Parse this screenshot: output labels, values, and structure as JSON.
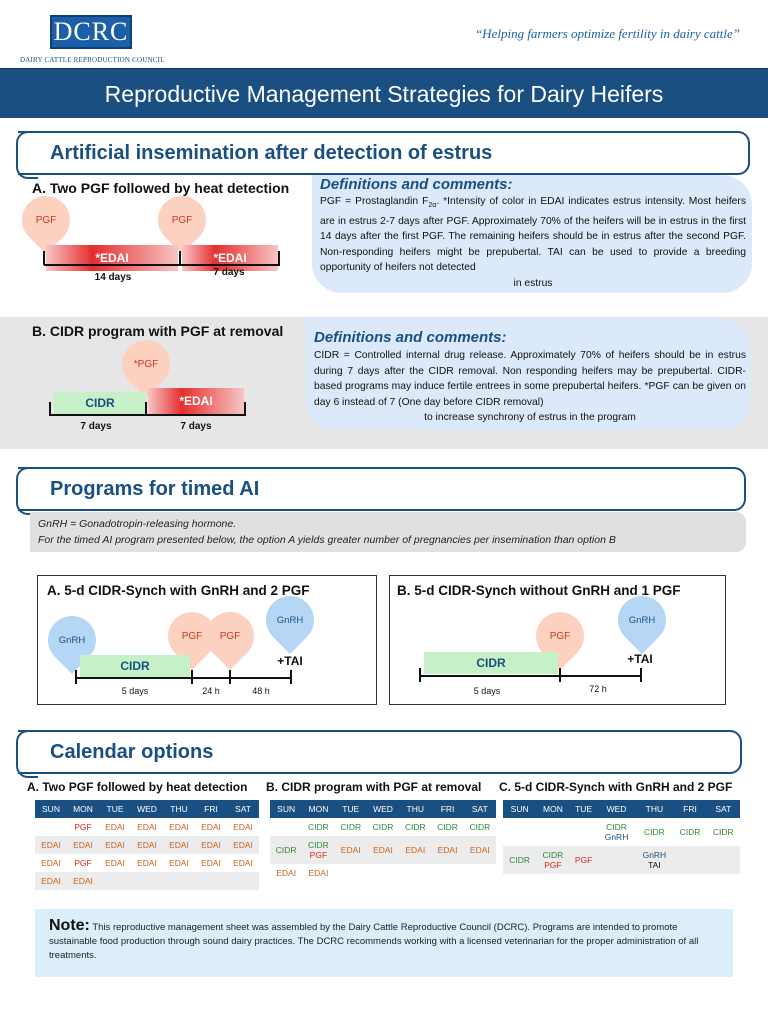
{
  "header": {
    "logo_text": "DCRC",
    "logo_subtitle": "DAIRY CATTLE REPRODUCTION COUNCIL",
    "tagline": "“Helping farmers optimize fertility in dairy cattle”",
    "title": "Reproductive Management Strategies for Dairy Heifers"
  },
  "section_estrus": {
    "heading": "Artificial insemination after detection of estrus",
    "program_a": {
      "title": "A. Two PGF followed by heat detection",
      "pgf1": "PGF",
      "pgf2": "PGF",
      "edai1": "*EDAI",
      "edai2": "*EDAI",
      "span1": "14 days",
      "span2": "7 days"
    },
    "def_a": {
      "title": "Definitions and comments:",
      "text_pre": "PGF = Prostaglandin F",
      "subscript": "2α",
      "text_main": ". *Intensity of color in EDAI indicates estrus intensity. Most heifers are in estrus 2-7 days after PGF. Approximately 70% of the heifers will be in estrus in the first 14 days after the first PGF. The remaining heifers should be in estrus after the second PGF. Non-responding heifers might be prepubertal. TAI can be used to provide a breeding opportunity of heifers not detected",
      "text_end": "in estrus"
    },
    "program_b": {
      "title": "B. CIDR program with PGF at removal",
      "pgf": "*PGF",
      "cidr": "CIDR",
      "edai": "*EDAI",
      "span1": "7 days",
      "span2": "7 days"
    },
    "def_b": {
      "title": "Definitions and comments:",
      "text_main": "CIDR = Controlled internal drug release. Approximately 70% of heifers should be in estrus during 7 days after the CIDR removal. Non responding heifers may be prepubertal. CIDR-based programs may induce fertile entrees in some prepubertal heifers. *PGF can be given on day 6 instead of 7 (One day before CIDR removal)",
      "text_end": "to increase synchrony of estrus in the program"
    }
  },
  "section_timed": {
    "heading": "Programs for timed AI",
    "note_line1": "GnRH = Gonadotropin-releasing hormone.",
    "note_line2": "For the timed AI program presented below, the option A yields greater number of pregnancies per insemination than option B",
    "program_a": {
      "title": "A. 5-d CIDR-Synch with GnRH and 2 PGF",
      "gnrh1": "GnRH",
      "cidr": "CIDR",
      "pgf1": "PGF",
      "pgf2": "PGF",
      "gnrh2": "GnRH",
      "tai": "+TAI",
      "span1": "5 days",
      "span2": "24 h",
      "span3": "48 h"
    },
    "program_b": {
      "title": "B. 5-d CIDR-Synch without GnRH and 1 PGF",
      "cidr": "CIDR",
      "pgf": "PGF",
      "gnrh": "GnRH",
      "tai": "+TAI",
      "span1": "5 days",
      "span2": "72 h"
    }
  },
  "section_calendar": {
    "heading": "Calendar options",
    "days": [
      "SUN",
      "MON",
      "TUE",
      "WED",
      "THU",
      "FRI",
      "SAT"
    ],
    "cal_a": {
      "title": "A. Two PGF followed by heat detection",
      "rows": [
        [
          "",
          "PGF",
          "EDAI",
          "EDAI",
          "EDAI",
          "EDAI",
          "EDAI"
        ],
        [
          "EDAI",
          "EDAI",
          "EDAI",
          "EDAI",
          "EDAI",
          "EDAI",
          "EDAI"
        ],
        [
          "EDAI",
          "PGF",
          "EDAI",
          "EDAI",
          "EDAI",
          "EDAI",
          "EDAI"
        ],
        [
          "EDAI",
          "EDAI",
          "",
          "",
          "",
          "",
          ""
        ]
      ]
    },
    "cal_b": {
      "title": "B. CIDR program with PGF at removal",
      "rows": [
        [
          "",
          "CIDR",
          "CIDR",
          "CIDR",
          "CIDR",
          "CIDR",
          "CIDR"
        ],
        [
          "CIDR",
          "CIDR\nPGF",
          "EDAI",
          "EDAI",
          "EDAI",
          "EDAI",
          "EDAI"
        ],
        [
          "EDAI",
          "EDAI",
          "",
          "",
          "",
          "",
          ""
        ]
      ]
    },
    "cal_c": {
      "title": "C. 5-d CIDR-Synch with GnRH and 2 PGF",
      "rows": [
        [
          "",
          "",
          "",
          "CIDR\nGnRH",
          "CIDR",
          "CIDR",
          "CIDR"
        ],
        [
          "CIDR",
          "CIDR\nPGF",
          "PGF",
          "",
          "GnRH\nTAI",
          "",
          ""
        ]
      ]
    }
  },
  "note": {
    "label": "Note:",
    "text": "This reproductive management sheet was assembled by the Dairy Cattle Reproductive Council (DCRC). Programs are intended to promote sustainable food production through sound dairy practices. The DCRC recommends working with a licensed veterinarian for the proper administration of all treatments."
  },
  "colors": {
    "brand_blue": "#1a4f82",
    "edai_red": "#e52e2e",
    "cidr_green": "#c6f0c8",
    "pgf_pink": "#fcd1c0",
    "gnrh_blue": "#b5d6f4"
  }
}
